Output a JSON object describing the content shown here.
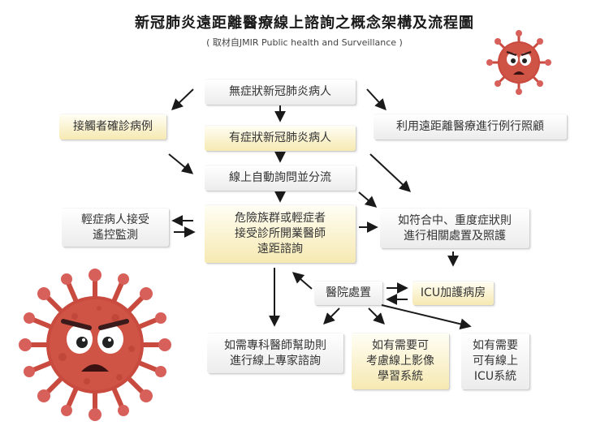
{
  "title": "新冠肺炎遠距離醫療線上諮詢之概念架構及流程圖",
  "subtitle": "( 取材自JMIR Public health and Surveillance )",
  "nodes": {
    "asymptomatic": "無症狀新冠肺炎病人",
    "contact_confirmed": "接觸者確診病例",
    "routine_care": "利用遠距離醫療進行例行照顧",
    "symptomatic": "有症狀新冠肺炎病人",
    "online_triage": "線上自動詢問並分流",
    "mild_monitor": [
      "輕症病人接受",
      "遙控監測"
    ],
    "high_risk": [
      "危險族群或輕症者",
      "接受診所開業醫師",
      "遠距諮詢"
    ],
    "moderate_severe": [
      "如符合中、重度症狀則",
      "進行相關處置及照護"
    ],
    "hospital": "醫院處置",
    "icu_ward": "ICU加護病房",
    "specialist": [
      "如需專科醫師幫助則",
      "進行線上專家諮詢"
    ],
    "imaging": [
      "如有需要可",
      "考慮線上影像",
      "學習系統"
    ],
    "icu_system": [
      "如有需要",
      "可有線上",
      "ICU系統"
    ]
  },
  "colors": {
    "box_gray_top": "#ffffff",
    "box_gray_bottom": "#ececec",
    "box_yellow_top": "#fffef4",
    "box_yellow_bottom": "#f6e9b2",
    "arrow": "#1a1a1a",
    "virus_body": "#c94a3e",
    "virus_spike": "#d8605a"
  },
  "icons": [
    "virus-icon-small",
    "virus-icon-large"
  ]
}
